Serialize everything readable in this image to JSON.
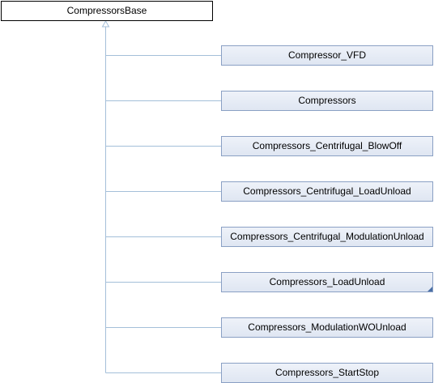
{
  "diagram": {
    "base_class": "CompressorsBase",
    "derived_classes": [
      {
        "label": "Compressor_VFD",
        "has_more": false
      },
      {
        "label": "Compressors",
        "has_more": false
      },
      {
        "label": "Compressors_Centrifugal_BlowOff",
        "has_more": false
      },
      {
        "label": "Compressors_Centrifugal_LoadUnload",
        "has_more": false
      },
      {
        "label": "Compressors_Centrifugal_ModulationUnload",
        "has_more": false
      },
      {
        "label": "Compressors_LoadUnload",
        "has_more": true
      },
      {
        "label": "Compressors_ModulationWOUnload",
        "has_more": false
      },
      {
        "label": "Compressors_StartStop",
        "has_more": false
      }
    ],
    "colors": {
      "connector": "#a4bfd9",
      "node_border": "#8aa0c4",
      "base_border": "#000000"
    }
  }
}
